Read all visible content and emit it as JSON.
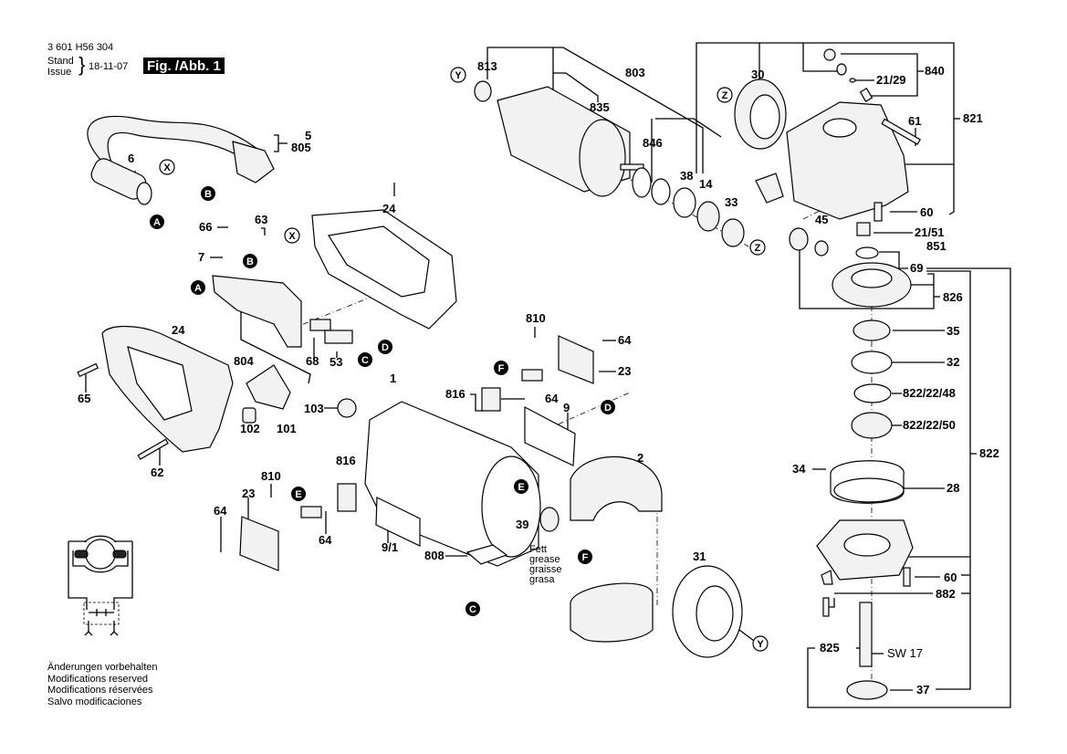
{
  "header": {
    "part_number": "3 601 H56 304",
    "stand_label": "Stand",
    "issue_label": "Issue",
    "date": "18-11-07",
    "figure_label": "Fig. /Abb. 1"
  },
  "notes": [
    "Änderungen vorbehalten",
    "Modifications reserved",
    "Modifications réservées",
    "Salvo modificaciones"
  ],
  "connectors": {
    "A": "A",
    "B": "B",
    "C": "C",
    "D": "D",
    "E": "E",
    "F": "F",
    "X": "X",
    "Y": "Y",
    "Z": "Z"
  },
  "grease_note": [
    "Fett",
    "grease",
    "graisse",
    "grasa"
  ],
  "wrench_size": "SW 17",
  "part_labels": {
    "p813": "813",
    "p803": "803",
    "p835": "835",
    "p846": "846",
    "p38": "38",
    "p14": "14",
    "p33": "33",
    "p30": "30",
    "p840": "840",
    "p21_29": "21/29",
    "p821": "821",
    "p61": "61",
    "p60a": "60",
    "p21_51": "21/51",
    "p851": "851",
    "p45": "45",
    "p69": "69",
    "p826": "826",
    "p35": "35",
    "p32": "32",
    "p822_22_48": "822/22/48",
    "p822_22_50": "822/22/50",
    "p822": "822",
    "p34": "34",
    "p28": "28",
    "p60b": "60",
    "p882": "882",
    "p825": "825",
    "p37": "37",
    "p5": "5",
    "p805": "805",
    "p6": "6",
    "p66": "66",
    "p63": "63",
    "p7": "7",
    "p24a": "24",
    "p24b": "24",
    "p804": "804",
    "p68": "68",
    "p53": "53",
    "p65": "65",
    "p102": "102",
    "p101": "101",
    "p62": "62",
    "p103": "103",
    "p1": "1",
    "p810a": "810",
    "p64a": "64",
    "p23a": "23",
    "p816a": "816",
    "p64b": "64",
    "p9": "9",
    "p2": "2",
    "p816b": "816",
    "p810b": "810",
    "p23b": "23",
    "p64c": "64",
    "p64d": "64",
    "p9_1": "9/1",
    "p808": "808",
    "p39": "39",
    "p31": "31"
  }
}
